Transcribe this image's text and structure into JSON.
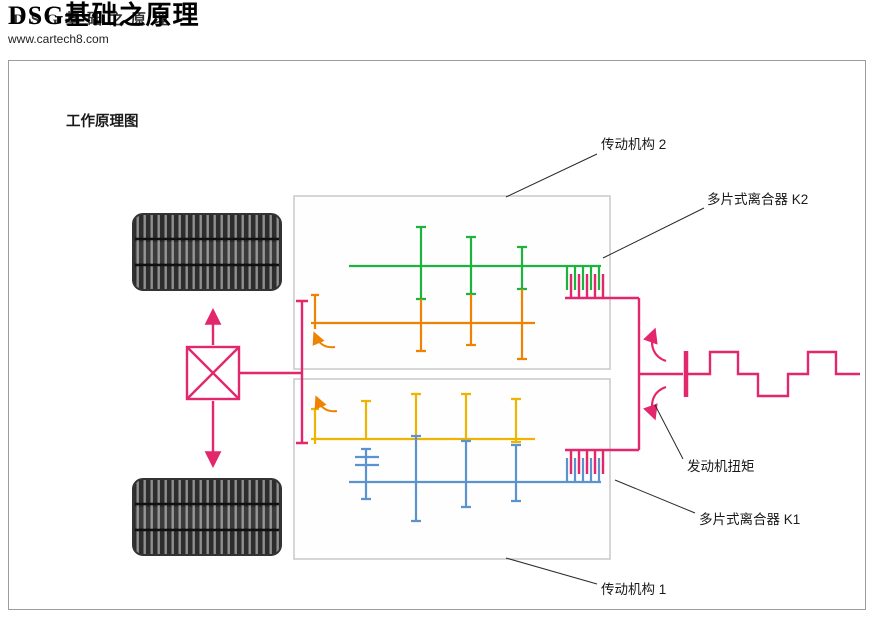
{
  "header": {
    "title": "DSG基础之原理",
    "site": "www.cartech8.com"
  },
  "diagram": {
    "title": "工作原理图",
    "labels": {
      "gearbox2": "传动机构 2",
      "clutch_k2": "多片式离合器 K2",
      "engine_torque": "发动机扭矩",
      "clutch_k1": "多片式离合器 K1",
      "gearbox1": "传动机构 1"
    },
    "colors": {
      "crimson": "#e3276d",
      "green": "#1cb43c",
      "orange": "#ef8200",
      "yellow": "#efb400",
      "blue": "#5a93cd",
      "box_border": "#c9c9c9",
      "tire_dark": "#2d2d2d",
      "tire_rib": "#8f8f8f",
      "label_text": "#1a1a1a"
    }
  }
}
